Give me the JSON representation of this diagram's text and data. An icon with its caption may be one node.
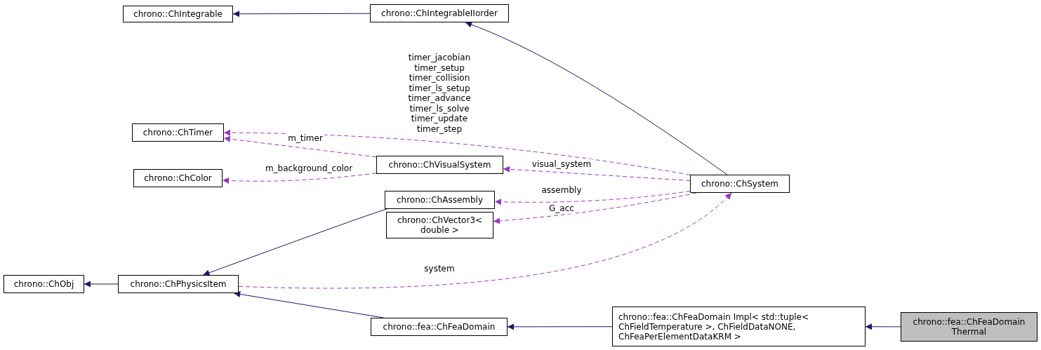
{
  "diagram": {
    "nodes": [
      {
        "text": [
          "chrono::ChIntegrable"
        ]
      },
      {
        "text": [
          "chrono::ChIntegrableIIorder"
        ]
      },
      {
        "text": [
          "chrono::ChTimer"
        ]
      },
      {
        "text": [
          "chrono::ChVisualSystem"
        ]
      },
      {
        "text": [
          "chrono::ChColor"
        ]
      },
      {
        "text": [
          "chrono::ChSystem"
        ]
      },
      {
        "text": [
          "chrono::ChAssembly"
        ]
      },
      {
        "text": [
          "chrono::ChVector3< double >"
        ]
      },
      {
        "text": [
          "chrono::ChObj"
        ]
      },
      {
        "text": [
          "chrono::ChPhysicsItem"
        ]
      },
      {
        "text": [
          "chrono::fea::ChFeaDomain"
        ]
      },
      {
        "text": [
          "chrono::fea::ChFeaDomain Impl< std::tuple< ChFieldTemperature >, ChFieldDataNONE, ChFeaPerElementDataKRM >"
        ]
      },
      {
        "text": [
          "chrono::fea::ChFeaDomain Thermal"
        ]
      }
    ],
    "edges": [
      {
        "from": 1,
        "to": 0,
        "arrow": "to"
      },
      {
        "from": 5,
        "to": 1,
        "arrow": "to"
      },
      {
        "from": 5,
        "to": 2,
        "arrow": "to",
        "label": "timer_jacobian timer_setup timer_collision timer_ls_setup timer_advance timer_ls_solve timer_update timer_step",
        "style": "dashed",
        "color": "#9a32cd"
      },
      {
        "from": 3,
        "to": 2,
        "arrow": "to",
        "label": "m_timer",
        "style": "dashed",
        "color": "#9a32cd"
      },
      {
        "from": 3,
        "to": 4,
        "arrow": "to",
        "label": "m_background_color",
        "style": "dashed",
        "color": "#9a32cd"
      },
      {
        "from": 5,
        "to": 3,
        "arrow": "to",
        "label": "visual_system",
        "style": "dashed",
        "color": "#9a32cd"
      },
      {
        "from": 5,
        "to": 6,
        "arrow": "to",
        "label": "assembly",
        "style": "dashed",
        "color": "#9a32cd"
      },
      {
        "from": 5,
        "to": 7,
        "arrow": "to",
        "label": "G_acc",
        "style": "dashed",
        "color": "#9a32cd"
      },
      {
        "from": 6,
        "to": 9,
        "arrow": "to"
      },
      {
        "from": 9,
        "to": 8,
        "arrow": "to"
      },
      {
        "from": 9,
        "to": 5,
        "arrow": "to",
        "label": "system",
        "style": "dashed",
        "color": "#9a32cd"
      },
      {
        "from": 10,
        "to": 9,
        "arrow": "to"
      },
      {
        "from": 11,
        "to": 10,
        "arrow": "to"
      },
      {
        "from": 12,
        "to": 11,
        "arrow": "to"
      }
    ]
  }
}
